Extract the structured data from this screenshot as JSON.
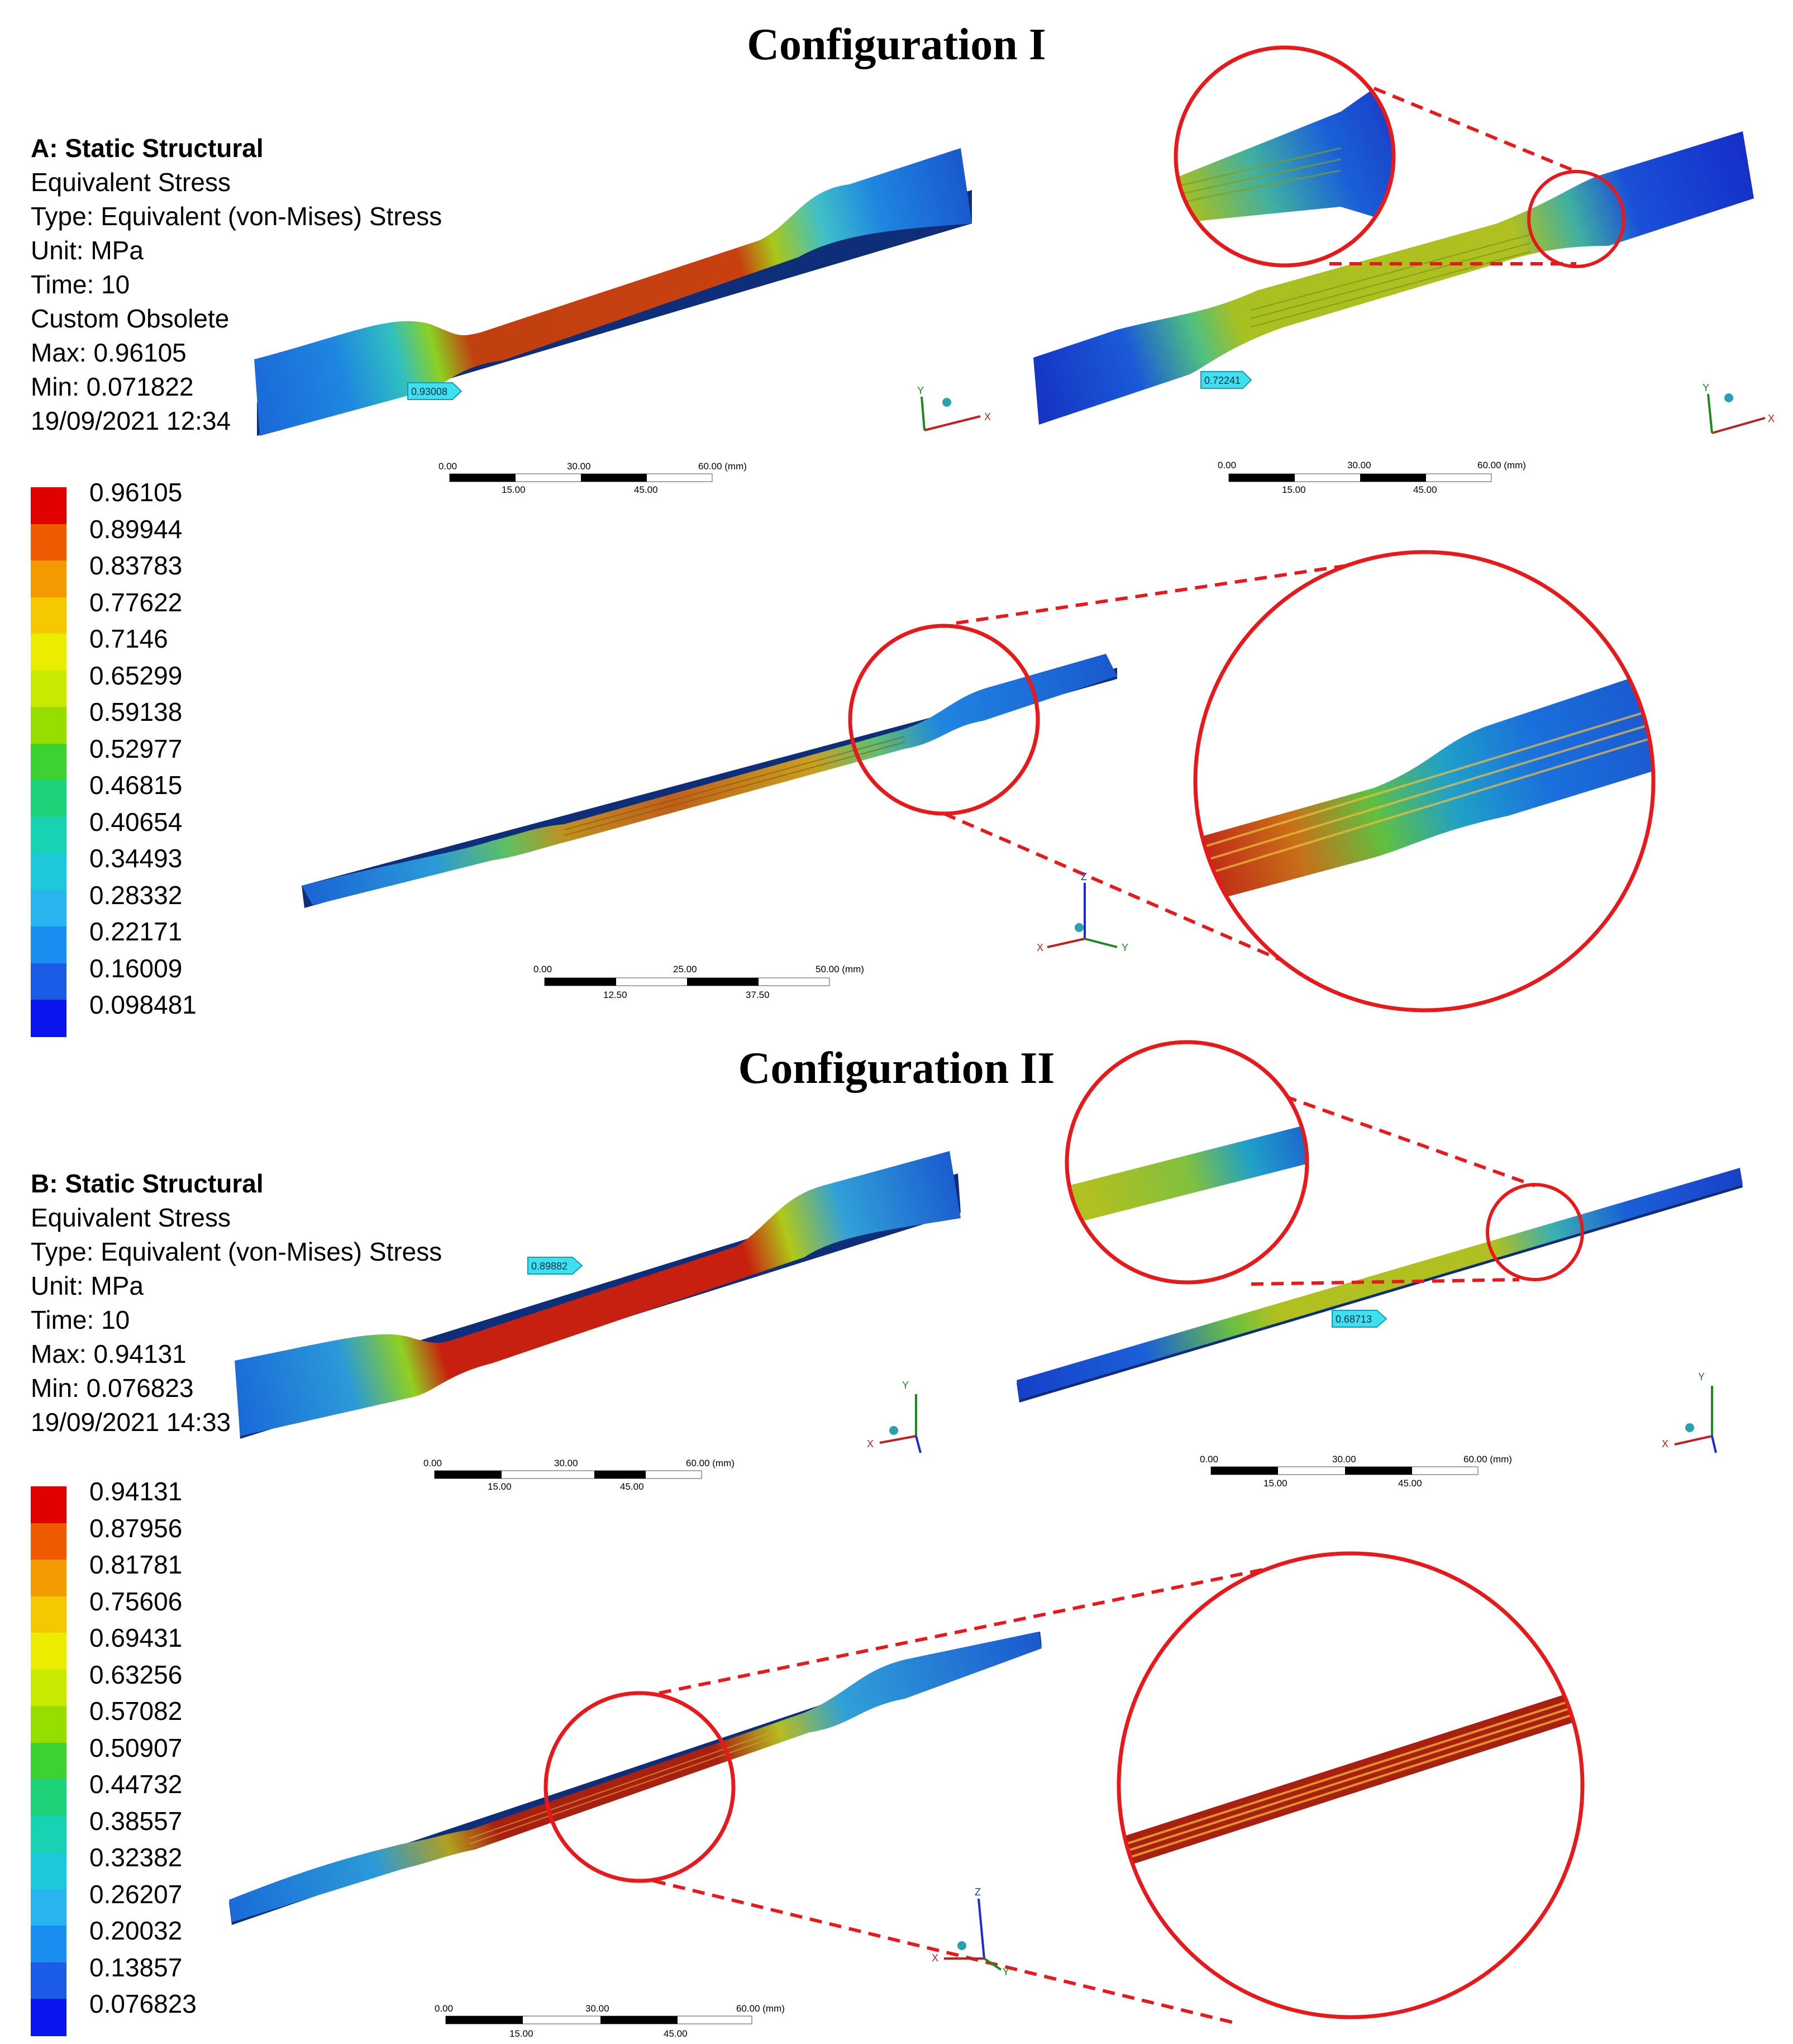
{
  "config1": {
    "title": "Configuration I",
    "info": [
      "A: Static Structural",
      "Equivalent Stress",
      "Type: Equivalent (von-Mises) Stress",
      "Unit: MPa",
      "Time: 10",
      "Custom Obsolete",
      "Max: 0.96105",
      "Min: 0.071822",
      "19/09/2021 12:34"
    ],
    "legend_values": [
      "0.96105",
      "0.89944",
      "0.83783",
      "0.77622",
      "0.7146",
      "0.65299",
      "0.59138",
      "0.52977",
      "0.46815",
      "0.40654",
      "0.34493",
      "0.28332",
      "0.22171",
      "0.16009",
      "0.098481"
    ],
    "probe_left": "0.93008",
    "probe_right": "0.72241",
    "scale_top_left": {
      "top": [
        "0.00",
        "30.00",
        "60.00 (mm)"
      ],
      "bottom": [
        "15.00",
        "45.00"
      ]
    },
    "scale_top_right": {
      "top": [
        "0.00",
        "30.00",
        "60.00 (mm)"
      ],
      "bottom": [
        "15.00",
        "45.00"
      ]
    },
    "scale_mid": {
      "top": [
        "0.00",
        "25.00",
        "50.00 (mm)"
      ],
      "bottom": [
        "12.50",
        "37.50"
      ]
    },
    "axes_xy": [
      "Y",
      "X"
    ],
    "axes_xyz": [
      "Z",
      "X",
      "Y"
    ]
  },
  "config2": {
    "title": "Configuration II",
    "info": [
      "B: Static Structural",
      "Equivalent Stress",
      "Type: Equivalent (von-Mises) Stress",
      "Unit: MPa",
      "Time: 10",
      "Max: 0.94131",
      "Min: 0.076823",
      "19/09/2021 14:33"
    ],
    "legend_values": [
      "0.94131",
      "0.87956",
      "0.81781",
      "0.75606",
      "0.69431",
      "0.63256",
      "0.57082",
      "0.50907",
      "0.44732",
      "0.38557",
      "0.32382",
      "0.26207",
      "0.20032",
      "0.13857",
      "0.076823"
    ],
    "probe_left": "0.89882",
    "probe_right": "0.68713",
    "scale_top_left": {
      "top": [
        "0.00",
        "30.00",
        "60.00 (mm)"
      ],
      "bottom": [
        "15.00",
        "45.00"
      ]
    },
    "scale_top_right": {
      "top": [
        "0.00",
        "30.00",
        "60.00 (mm)"
      ],
      "bottom": [
        "15.00",
        "45.00"
      ]
    },
    "scale_bottom": {
      "top": [
        "0.00",
        "30.00",
        "60.00 (mm)"
      ],
      "bottom": [
        "15.00",
        "45.00"
      ]
    },
    "axes_xy": [
      "Y",
      "X"
    ],
    "axes_xyz": [
      "Z",
      "X",
      "Y"
    ]
  },
  "colors": {
    "legend": [
      "#e00000",
      "#ee5a00",
      "#f39a00",
      "#f5c800",
      "#ecec00",
      "#c8ea00",
      "#96de00",
      "#3cd232",
      "#1ed27a",
      "#18d2b4",
      "#1ec8dc",
      "#28b4ee",
      "#1a8ef0",
      "#1a5ce6",
      "#0a16f0"
    ],
    "callout": "#e8191a",
    "probe": "#3ee0f0"
  }
}
